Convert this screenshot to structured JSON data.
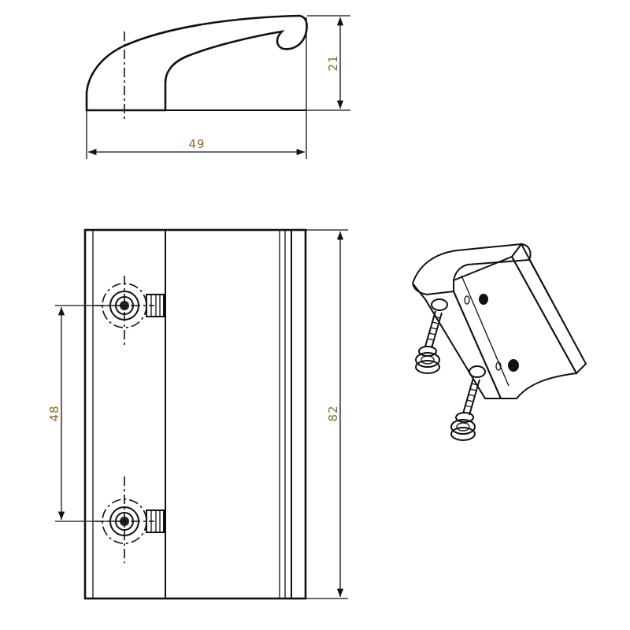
{
  "dimensions": {
    "width": "49",
    "height": "21",
    "hole_spacing": "48",
    "length": "82"
  },
  "colors": {
    "line": "#111111",
    "dimension_text": "#8a6d2a",
    "background": "#ffffff"
  }
}
